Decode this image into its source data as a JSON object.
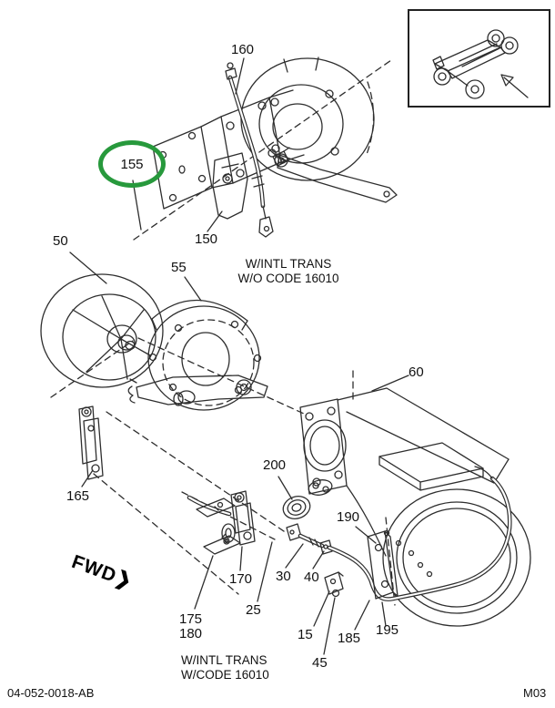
{
  "figure": {
    "document_number": "04-052-0018-AB",
    "page_code": "M03"
  },
  "notes": {
    "top_line1": "W/INTL TRANS",
    "top_line2": "W/O CODE 16010",
    "bottom_line1": "W/INTL TRANS",
    "bottom_line2": "W/CODE 16010"
  },
  "fwd": {
    "label": "FWD",
    "arrow_icon": "❯"
  },
  "highlight": {
    "circled_callout": "155",
    "color": "#27993c"
  },
  "colors": {
    "line": "#2e2e2e",
    "background": "#ffffff"
  },
  "icons": {
    "inset": "truck-chassis-icon",
    "inset_pointer": "arrow-icon"
  },
  "callouts": {
    "c15": "15",
    "c25": "25",
    "c30": "30",
    "c40": "40",
    "c45": "45",
    "c50": "50",
    "c55": "55",
    "c60": "60",
    "c150": "150",
    "c155": "155",
    "c160": "160",
    "c165": "165",
    "c170": "170",
    "c175": "175",
    "c180": "180",
    "c185": "185",
    "c190": "190",
    "c195": "195",
    "c200": "200"
  }
}
